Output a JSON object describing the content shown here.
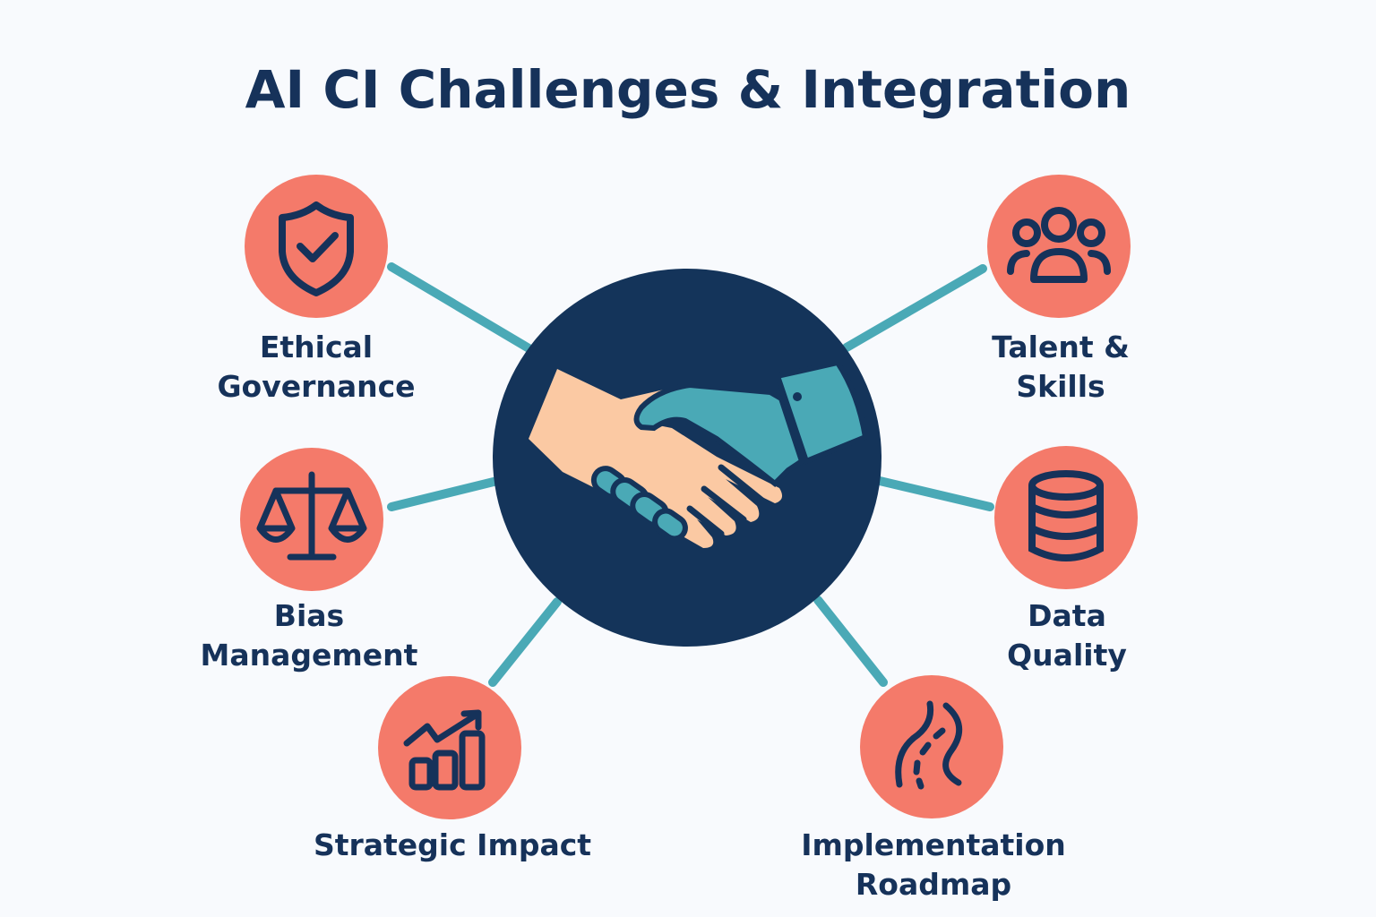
{
  "title": "AI CI Challenges & Integration",
  "colors": {
    "background": "#f8fafd",
    "title_text": "#16325a",
    "hub_fill": "#14345a",
    "node_fill": "#f47a6a",
    "connector": "#4aa9b6",
    "skin": "#fbc9a3",
    "sleeve": "#4aa9b6"
  },
  "hub": {
    "icon": "handshake-icon"
  },
  "nodes": [
    {
      "id": "ethical-governance",
      "icon": "shield-check-icon",
      "line1": "Ethical",
      "line2": "Governance"
    },
    {
      "id": "talent-skills",
      "icon": "users-group-icon",
      "line1": "Talent &",
      "line2": "Skills"
    },
    {
      "id": "bias-management",
      "icon": "scales-icon",
      "line1": "Bias",
      "line2": "Management"
    },
    {
      "id": "data-quality",
      "icon": "database-icon",
      "line1": "Data",
      "line2": "Quality"
    },
    {
      "id": "strategic-impact",
      "icon": "growth-chart-icon",
      "line1": "Strategic Impact",
      "line2": ""
    },
    {
      "id": "implementation-roadmap",
      "icon": "road-icon",
      "line1": "Implementation",
      "line2": "Roadmap"
    }
  ]
}
